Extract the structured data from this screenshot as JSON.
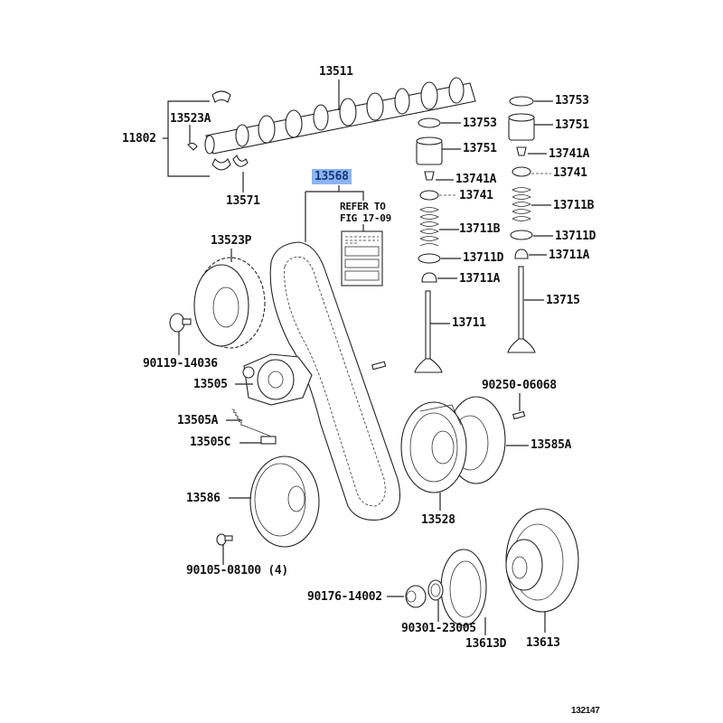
{
  "diagram": {
    "title": "Timing belt & camshaft parts diagram",
    "highlight_color": "#8cb4f5",
    "figure_number": "132147",
    "note": {
      "line1": "REFER TO",
      "line2": "FIG 17-09"
    },
    "labels": {
      "camshaft": "13511",
      "bearing_set": "11802",
      "bearing_upper": "13523A",
      "bearing_lower": "13571",
      "timing_belt": "13568",
      "cam_pulley": "13523P",
      "pulley_bolt": "90119-14036",
      "tensioner": "13505",
      "tensioner_spring": "13505A",
      "tensioner_stud": "13505C",
      "idler_pulley": "13586",
      "idler_bolt": "90105-08100 (4)",
      "pin": "90250-06068",
      "guide_plate": "13585A",
      "crank_pulley": "13528",
      "crank_bolt": "90176-14002",
      "crank_seal": "90301-23005",
      "damper_plate": "13613D",
      "damper": "13613",
      "shim_left": "13753",
      "lifter_left": "13751",
      "keeper_left": "13741A",
      "retainer_left": "13741",
      "spring_left": "13711B",
      "seat_left": "13711D",
      "stem_seal_left": "13711A",
      "valve_left": "13711",
      "shim_right": "13753",
      "lifter_right": "13751",
      "keeper_right": "13741A",
      "retainer_right": "13741",
      "spring_right": "13711B",
      "seat_right": "13711D",
      "stem_seal_right": "13711A",
      "valve_right": "13715"
    }
  }
}
